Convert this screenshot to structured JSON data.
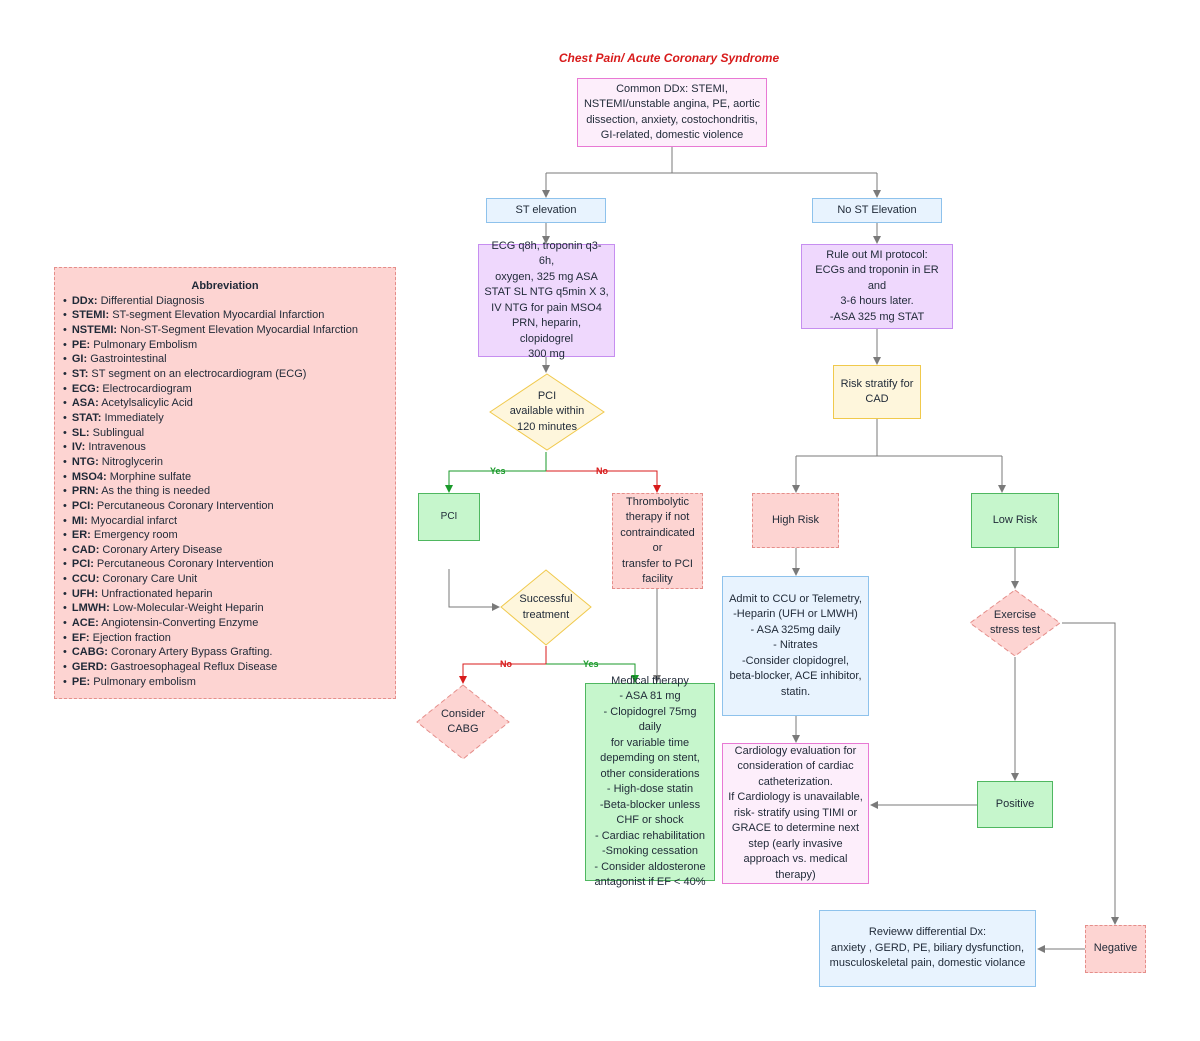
{
  "title": "Chest Pain/ Acute Coronary Syndrome",
  "nodes": {
    "ddx": "Common DDx: STEMI,\nNSTEMI/unstable angina, PE, aortic\ndissection, anxiety, costochondritis,\nGI-related, domestic violence",
    "st_elevation": "ST elevation",
    "no_st_elevation": "No ST Elevation",
    "stemi_treatment": "ECG q8h, troponin q3-6h,\noxygen, 325 mg ASA\nSTAT SL NTG q5min X 3,\nIV NTG for pain MSO4\nPRN, heparin, clopidogrel\n300 mg",
    "rule_out_mi": "Rule out MI protocol:\nECGs and troponin in ER and\n3-6 hours later.\n-ASA 325 mg STAT",
    "pci_available": "PCI\navailable within\n120 minutes",
    "risk_stratify": "Risk stratify for\nCAD",
    "pci": "PCI",
    "thrombolytic": "Thrombolytic\ntherapy if not\ncontraindicated\nor\ntransfer to PCI\nfacility",
    "high_risk": "High Risk",
    "low_risk": "Low Risk",
    "successful_treatment": "Successful\ntreatment",
    "admit_ccu": "Admit to CCU or Telemetry,\n-Heparin (UFH or LMWH)\n- ASA 325mg daily\n- Nitrates\n-Consider clopidogrel,\nbeta-blocker, ACE inhibitor,\nstatin.",
    "exercise_stress": "Exercise\nstress test",
    "consider_cabg": "Consider\nCABG",
    "medical_therapy": "Medical therapy\n- ASA 81 mg\n- Clopidogrel 75mg daily\nfor variable time\ndepemding on stent,\nother considerations\n- High-dose statin\n-Beta-blocker unless\nCHF or shock\n- Cardiac rehabilitation\n-Smoking cessation\n- Consider aldosterone\nantagonist if EF < 40%",
    "cardiology_eval": "Cardiology evaluation for\nconsideration of cardiac\ncatheterization.\nIf Cardiology is unavailable,\nrisk- stratify using TIMI or\nGRACE to determine next\nstep (early invasive\napproach vs. medical\ntherapy)",
    "positive": "Positive",
    "review_ddx": "Revieww differential Dx:\nanxiety , GERD, PE, biliary dysfunction,\nmusculoskeletal pain, domestic violance",
    "negative": "Negative"
  },
  "edge_labels": {
    "pci_yes": "Yes",
    "pci_no": "No",
    "success_no": "No",
    "success_yes": "Yes"
  },
  "colors": {
    "yes": "#1a9a2a",
    "no": "#d81b1b",
    "edge": "#7a7a7a"
  },
  "abbreviation": {
    "title": "Abbreviation",
    "items": [
      {
        "term": "DDx:",
        "def": " Differential Diagnosis"
      },
      {
        "term": "STEMI:",
        "def": " ST-segment Elevation Myocardial Infarction"
      },
      {
        "term": "NSTEMI:",
        "def": " Non-ST-Segment Elevation Myocardial Infarction"
      },
      {
        "term": "PE:",
        "def": " Pulmonary Embolism"
      },
      {
        "term": "GI:",
        "def": " Gastrointestinal"
      },
      {
        "term": "ST:",
        "def": " ST segment on an electrocardiogram (ECG)"
      },
      {
        "term": "ECG:",
        "def": " Electrocardiogram"
      },
      {
        "term": "ASA:",
        "def": " Acetylsalicylic Acid"
      },
      {
        "term": "STAT:",
        "def": " Immediately"
      },
      {
        "term": "SL:",
        "def": " Sublingual"
      },
      {
        "term": "IV:",
        "def": " Intravenous"
      },
      {
        "term": "NTG:",
        "def": " Nitroglycerin"
      },
      {
        "term": "MSO4:",
        "def": " Morphine sulfate"
      },
      {
        "term": "PRN:",
        "def": " As the thing is needed"
      },
      {
        "term": "PCI:",
        "def": " Percutaneous Coronary Intervention"
      },
      {
        "term": "MI:",
        "def": " Myocardial infarct"
      },
      {
        "term": "ER:",
        "def": " Emergency room"
      },
      {
        "term": "CAD:",
        "def": " Coronary Artery Disease"
      },
      {
        "term": "PCI:",
        "def": " Percutaneous Coronary Intervention"
      },
      {
        "term": "CCU:",
        "def": " Coronary Care Unit"
      },
      {
        "term": "UFH:",
        "def": " Unfractionated heparin"
      },
      {
        "term": "LMWH:",
        "def": " Low-Molecular-Weight Heparin"
      },
      {
        "term": "ACE:",
        "def": " Angiotensin-Converting Enzyme"
      },
      {
        "term": "EF:",
        "def": " Ejection fraction"
      },
      {
        "term": "CABG:",
        "def": " Coronary Artery Bypass Grafting."
      },
      {
        "term": "GERD:",
        "def": " Gastroesophageal Reflux Disease"
      },
      {
        "term": "PE:",
        "def": " Pulmonary embolism"
      }
    ]
  }
}
